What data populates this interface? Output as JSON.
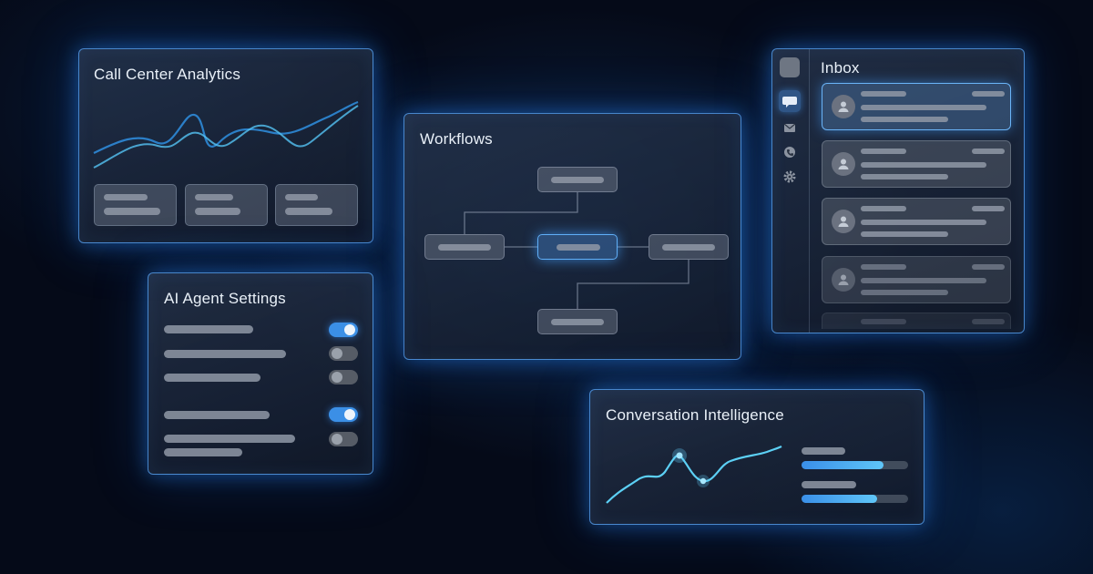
{
  "panels": {
    "call_center": {
      "title": "Call Center Analytics"
    },
    "workflows": {
      "title": "Workflows"
    },
    "inbox": {
      "title": "Inbox"
    },
    "ai_agent": {
      "title": "AI Agent Settings",
      "toggles": [
        true,
        false,
        false,
        true,
        false
      ]
    },
    "conversation": {
      "title": "Conversation Intelligence",
      "progress": [
        0.77,
        0.71
      ]
    }
  },
  "inbox_sidebar_icons": [
    "chat-icon",
    "mail-icon",
    "phone-icon",
    "gear-icon"
  ],
  "colors": {
    "accent": "#3b8fe6",
    "glow": "#5ab0ff",
    "background": "#050a18"
  }
}
